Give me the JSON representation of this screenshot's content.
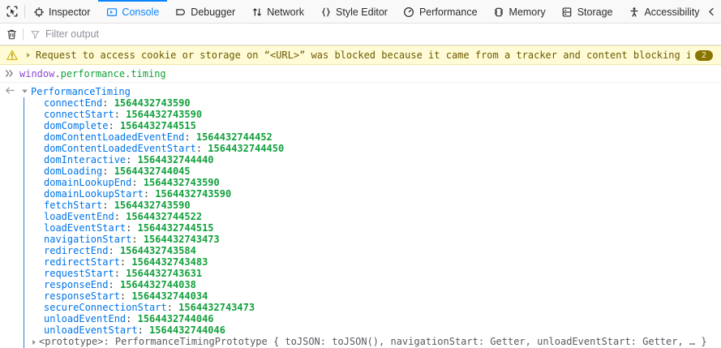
{
  "tabbar": {
    "picker_icon": "element-picker-icon",
    "overflow_icon": "chevron-left-icon",
    "tabs": [
      {
        "label": "Inspector",
        "icon": "inspector-icon",
        "selected": false
      },
      {
        "label": "Console",
        "icon": "console-icon",
        "selected": true
      },
      {
        "label": "Debugger",
        "icon": "debugger-icon",
        "selected": false
      },
      {
        "label": "Network",
        "icon": "network-icon",
        "selected": false
      },
      {
        "label": "Style Editor",
        "icon": "style-editor-icon",
        "selected": false
      },
      {
        "label": "Performance",
        "icon": "performance-icon",
        "selected": false
      },
      {
        "label": "Memory",
        "icon": "memory-icon",
        "selected": false
      },
      {
        "label": "Storage",
        "icon": "storage-icon",
        "selected": false
      },
      {
        "label": "Accessibility",
        "icon": "accessibility-icon",
        "selected": false
      }
    ],
    "accent_color": "#0a84ff"
  },
  "console_toolbar": {
    "clear_icon": "trash-icon",
    "filter_icon": "funnel-icon",
    "filter_placeholder": "Filter output",
    "filter_value": ""
  },
  "messages": {
    "warning": {
      "icon": "warning-triangle-icon",
      "twisty": "collapsed-arrow-icon",
      "text": "Request to access cookie or storage on “<URL>” was blocked because it came from a tracker and content blocking is enabled.",
      "repeat_badge": "2",
      "badge_bg": "#8a7400",
      "row_bg": "#fffbd6",
      "text_color": "#6d5b00"
    },
    "command": {
      "gutter_icon": "chevrons-right-icon",
      "segments": [
        {
          "text": "window",
          "token": "var"
        },
        {
          "text": ".",
          "token": "dot"
        },
        {
          "text": "performance",
          "token": "prop"
        },
        {
          "text": ".",
          "token": "dot"
        },
        {
          "text": "timing",
          "token": "prop"
        }
      ],
      "full_text": "window.performance.timing"
    },
    "result": {
      "gutter_icon": "arrow-left-icon",
      "twisty": "expanded-arrow-icon",
      "object_title": "PerformanceTiming",
      "properties": [
        {
          "name": "connectEnd",
          "value": "1564432743590"
        },
        {
          "name": "connectStart",
          "value": "1564432743590"
        },
        {
          "name": "domComplete",
          "value": "1564432744515"
        },
        {
          "name": "domContentLoadedEventEnd",
          "value": "1564432744452"
        },
        {
          "name": "domContentLoadedEventStart",
          "value": "1564432744450"
        },
        {
          "name": "domInteractive",
          "value": "1564432744440"
        },
        {
          "name": "domLoading",
          "value": "1564432744045"
        },
        {
          "name": "domainLookupEnd",
          "value": "1564432743590"
        },
        {
          "name": "domainLookupStart",
          "value": "1564432743590"
        },
        {
          "name": "fetchStart",
          "value": "1564432743590"
        },
        {
          "name": "loadEventEnd",
          "value": "1564432744522"
        },
        {
          "name": "loadEventStart",
          "value": "1564432744515"
        },
        {
          "name": "navigationStart",
          "value": "1564432743473"
        },
        {
          "name": "redirectEnd",
          "value": "1564432743584"
        },
        {
          "name": "redirectStart",
          "value": "1564432743483"
        },
        {
          "name": "requestStart",
          "value": "1564432743631"
        },
        {
          "name": "responseEnd",
          "value": "1564432744038"
        },
        {
          "name": "responseStart",
          "value": "1564432744034"
        },
        {
          "name": "secureConnectionStart",
          "value": "1564432743473"
        },
        {
          "name": "unloadEventEnd",
          "value": "1564432744046"
        },
        {
          "name": "unloadEventStart",
          "value": "1564432744046"
        }
      ],
      "prototype_row": {
        "twisty": "collapsed-arrow-icon",
        "text": "<prototype>: PerformanceTimingPrototype { toJSON: toJSON(), navigationStart: Getter, unloadEventStart: Getter, … }"
      },
      "name_color": "#0074e8",
      "value_color": "#12a03c"
    }
  }
}
